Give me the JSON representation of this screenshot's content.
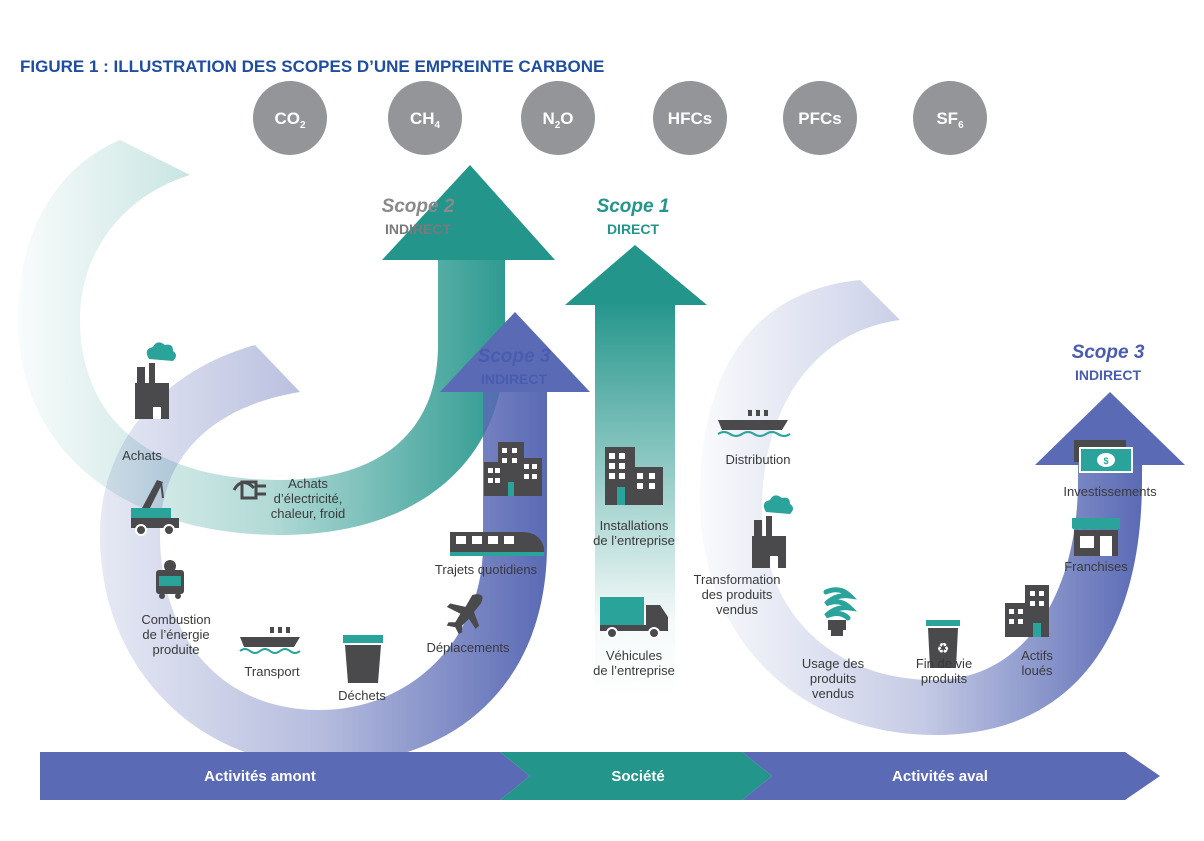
{
  "title": "FIGURE 1 : ILLUSTRATION DES SCOPES D’UNE EMPREINTE CARBONE",
  "colors": {
    "title_blue": "#1f4ea1",
    "teal": "#23958b",
    "purple": "#5a6ab5",
    "gray_circle": "#939598",
    "icon_dark": "#4a4a4c",
    "icon_teal": "#2aa39a",
    "text_gray": "#3a3a3c"
  },
  "gases": [
    {
      "base": "CO",
      "sub": "2",
      "suffix": ""
    },
    {
      "base": "CH",
      "sub": "4",
      "suffix": ""
    },
    {
      "base": "N",
      "sub": "2",
      "suffix": "O"
    },
    {
      "base": "HFCs",
      "sub": "",
      "suffix": ""
    },
    {
      "base": "PFCs",
      "sub": "",
      "suffix": ""
    },
    {
      "base": "SF",
      "sub": "6",
      "suffix": ""
    }
  ],
  "scopes": {
    "scope2": {
      "name": "Scope 2",
      "type": "INDIRECT"
    },
    "scope1": {
      "name": "Scope 1",
      "type": "DIRECT"
    },
    "scope3_upstream": {
      "name": "Scope 3",
      "type": "INDIRECT"
    },
    "scope3_downstream": {
      "name": "Scope 3",
      "type": "INDIRECT"
    }
  },
  "upstream_items": [
    {
      "icon": "factory-smoke-icon",
      "lines": [
        "Achats"
      ]
    },
    {
      "icon": "crane-truck-icon",
      "lines": []
    },
    {
      "icon": "power-plug-icon",
      "lines": [
        "Achats",
        "d’électricité,",
        "chaleur, froid"
      ]
    },
    {
      "icon": "mine-cart-icon",
      "lines": [
        "Combustion",
        "de l’énergie",
        "produite"
      ]
    },
    {
      "icon": "cargo-ship-icon",
      "lines": [
        "Transport"
      ]
    },
    {
      "icon": "waste-bin-icon",
      "lines": [
        "Déchets"
      ]
    },
    {
      "icon": "airplane-icon",
      "lines": [
        "Déplacements"
      ]
    },
    {
      "icon": "train-icon",
      "lines": [
        "Trajets quotidiens"
      ]
    },
    {
      "icon": "buildings-icon",
      "lines": []
    }
  ],
  "company_items": [
    {
      "icon": "office-building-icon",
      "lines": [
        "Installations",
        "de l’entreprise"
      ]
    },
    {
      "icon": "delivery-truck-icon",
      "lines": [
        "Véhicules",
        "de l’entreprise"
      ]
    }
  ],
  "downstream_items": [
    {
      "icon": "cargo-ship-icon",
      "lines": [
        "Distribution"
      ]
    },
    {
      "icon": "factory-smoke-icon",
      "lines": [
        "Transformation",
        "des produits",
        "vendus"
      ]
    },
    {
      "icon": "light-bulb-icon",
      "lines": [
        "Usage des",
        "produits",
        "vendus"
      ]
    },
    {
      "icon": "recycle-bin-icon",
      "lines": [
        "Fin de vie",
        "produits"
      ]
    },
    {
      "icon": "buildings-icon",
      "lines": [
        "Actifs",
        "loués"
      ]
    },
    {
      "icon": "storefront-icon",
      "lines": [
        "Franchises"
      ]
    },
    {
      "icon": "money-bills-icon",
      "lines": [
        "Investissements"
      ]
    }
  ],
  "value_chain": [
    {
      "label": "Activités amont"
    },
    {
      "label": "Société"
    },
    {
      "label": "Activités aval"
    }
  ]
}
